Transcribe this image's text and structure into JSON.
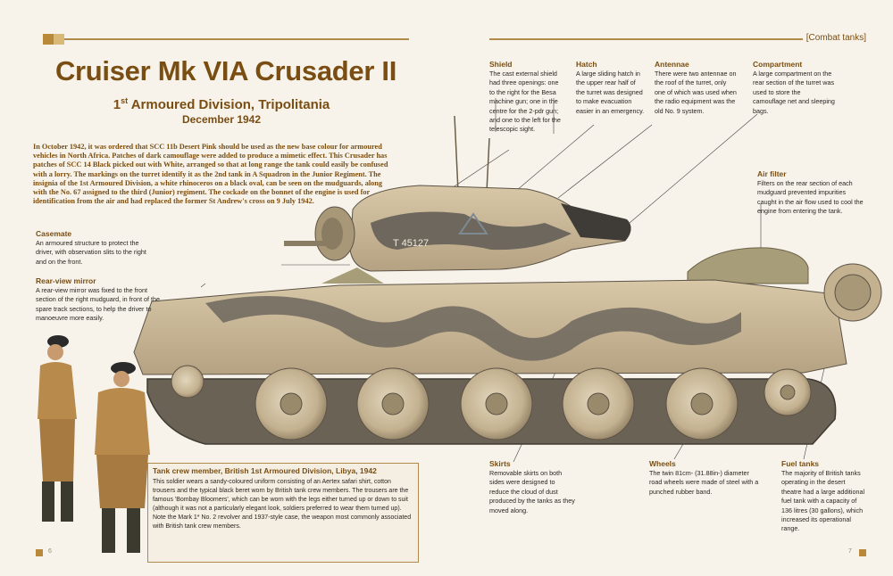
{
  "section_tag": "[Combat tanks]",
  "title": "Cruiser Mk VIA Crusader II",
  "subtitle": {
    "prefix": "1",
    "sup": "st",
    "rest": " Armoured Division, Tripolitania"
  },
  "date": "December 1942",
  "intro": "In October 1942, it was ordered that SCC 11b Desert Pink should be used as the new base colour for armoured vehicles in North Africa. Patches of dark camouflage were added to produce a mimetic effect. This Crusader has patches of SCC 14 Black picked out with White, arranged so that at long range the tank could easily be confused with a lorry. The markings on the turret identify it as the 2nd tank in A Squadron in the Junior Regiment. The insignia of the 1st Armoured Division, a white rhinoceros on a black oval, can be seen on the mudguards, along with the No. 67 assigned to the third (Junior) regiment. The cockade on the bonnet of the engine is used for identification from the air and had replaced the former St Andrew's cross on 9 July 1942.",
  "tank_number": "T 45127",
  "annotations": {
    "shield": {
      "title": "Shield",
      "text": "The cast external shield had three openings: one to the right for the Besa machine gun; one in the centre for the 2-pdr gun; and one to the left for the telescopic sight."
    },
    "hatch": {
      "title": "Hatch",
      "text": "A large sliding hatch in the upper rear half of the turret was designed to make evacuation easier in an emergency."
    },
    "antennae": {
      "title": "Antennae",
      "text": "There were two antennae on the roof of the turret, only one of which was used when the radio equipment was the old No. 9 system."
    },
    "compartment": {
      "title": "Compartment",
      "text": "A large compartment on the rear section of the turret was used to store the camouflage net and sleeping bags."
    },
    "air_filter": {
      "title": "Air filter",
      "text": "Filters on the rear section of each mudguard prevented impurities caught in the air flow used to cool the engine from entering the tank."
    },
    "casemate": {
      "title": "Casemate",
      "text": "An armoured structure to protect the driver, with observation slits to the right and on the front."
    },
    "rear_view_mirror": {
      "title": "Rear-view mirror",
      "text": "A rear-view mirror was fixed to the front section of the right mudguard, in front of the spare track sections, to help the driver to manoeuvre more easily."
    },
    "skirts": {
      "title": "Skirts",
      "text": "Removable skirts on both sides were designed to reduce the cloud of dust produced by the tanks as they moved along."
    },
    "wheels": {
      "title": "Wheels",
      "text": "The twin 81cm- (31.88in-) diameter road wheels were made of steel with a punched rubber band."
    },
    "fuel_tanks": {
      "title": "Fuel tanks",
      "text": "The majority of British tanks operating in the desert theatre had a large additional fuel tank with a capacity of 136 litres (30 gallons), which increased its operational range."
    }
  },
  "crew_box": {
    "title": "Tank crew member, British 1st Armoured Division, Libya, 1942",
    "text": "This soldier wears a sandy-coloured uniform consisting of an Aertex safari shirt, cotton trousers and the typical black beret worn by British tank crew members. The trousers are the famous 'Bombay Bloomers', which can be worn with the legs either turned up or down to suit (although it was not a particularly elegant look, soldiers preferred to wear them turned up). Note the Mark 1* No. 2 revolver and 1937-style case, the weapon most commonly associated with British tank crew members."
  },
  "page_left": "6",
  "page_right": "7",
  "colors": {
    "accent": "#7a4e12",
    "desert_pink": "#c9b594",
    "camo_dark": "#6b655b"
  }
}
